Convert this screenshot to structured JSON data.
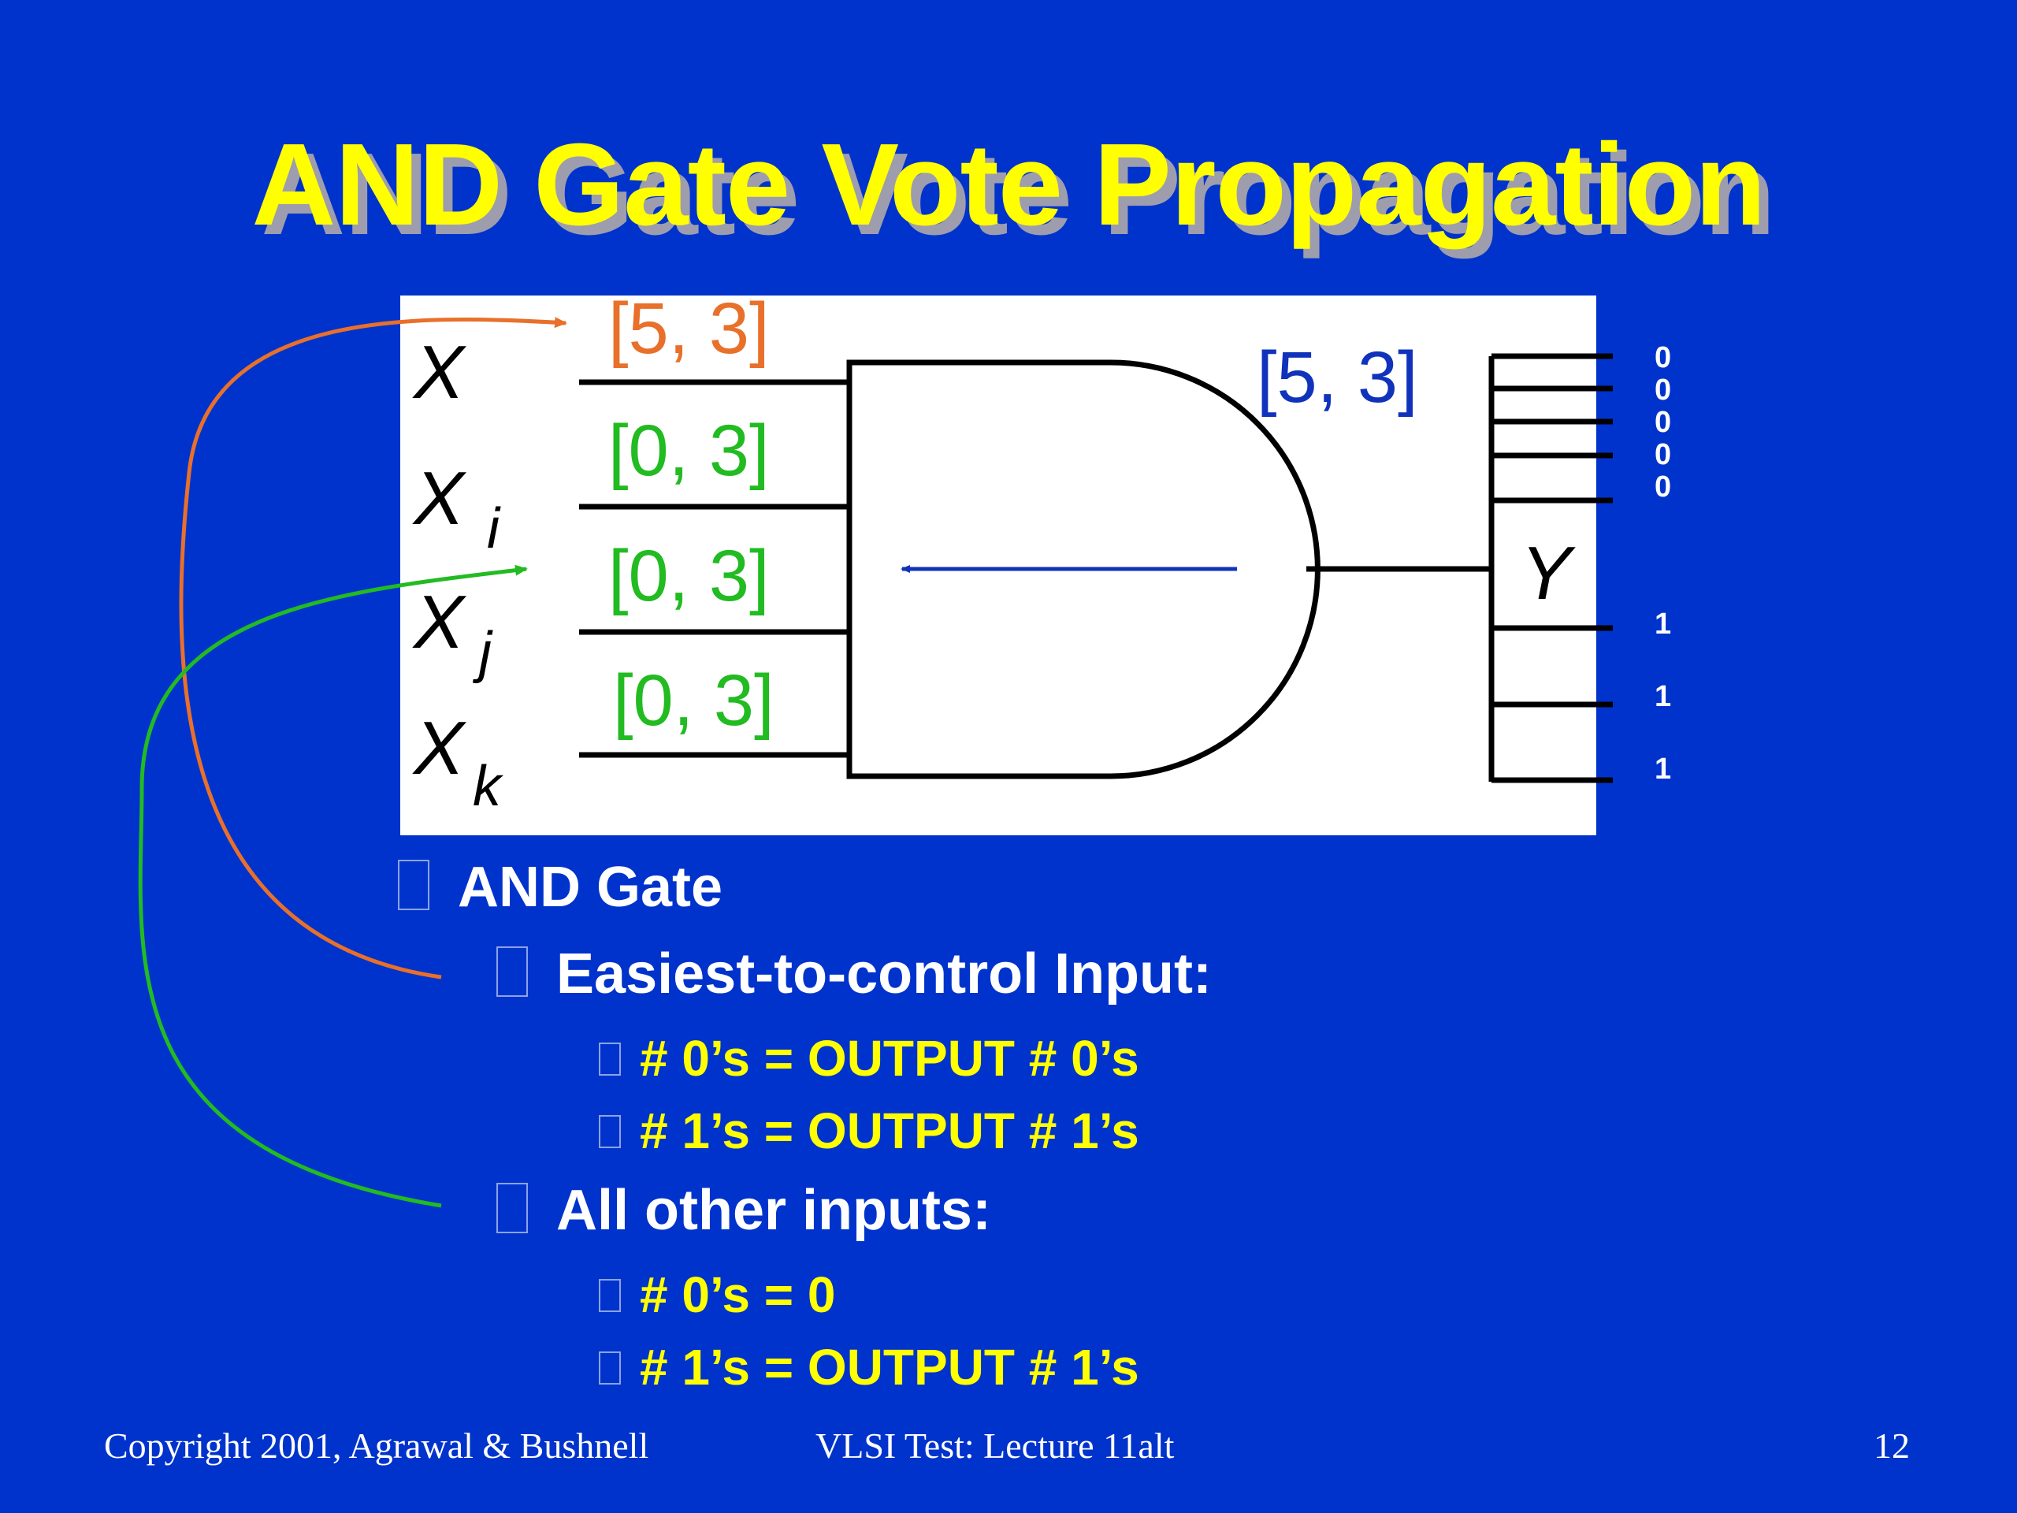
{
  "title": "AND Gate Vote Propagation",
  "diagram": {
    "inputs": [
      {
        "var": "X",
        "sub": "",
        "vote": "[5, 3]",
        "color": "#e8702a"
      },
      {
        "var": "X",
        "sub": "i",
        "vote": "[0, 3]",
        "color": "#22bb22"
      },
      {
        "var": "X",
        "sub": "j",
        "vote": "[0, 3]",
        "color": "#22bb22"
      },
      {
        "var": "X",
        "sub": "k",
        "vote": "[0, 3]",
        "color": "#22bb22"
      }
    ],
    "output_vote": "[5, 3]",
    "output_var": "Y",
    "output_bits": [
      "0",
      "0",
      "0",
      "0",
      "0",
      "1",
      "1",
      "1"
    ],
    "colors": {
      "easiest_arrow": "#e8702a",
      "other_arrow": "#22bb22",
      "output_vote": "#1133bb"
    }
  },
  "bullets": {
    "gate": "AND  Gate",
    "easiest": "Easiest-to-control  Input:",
    "easiest_items": [
      "# 0’s = OUTPUT # 0’s",
      "# 1’s = OUTPUT # 1’s"
    ],
    "others": "All other  inputs:",
    "others_items": [
      "# 0’s =  0",
      "# 1’s = OUTPUT # 1’s"
    ]
  },
  "footer": {
    "copyright": "Copyright 2001, Agrawal & Bushnell",
    "lecture": "VLSI Test: Lecture 11alt",
    "page": "12"
  }
}
